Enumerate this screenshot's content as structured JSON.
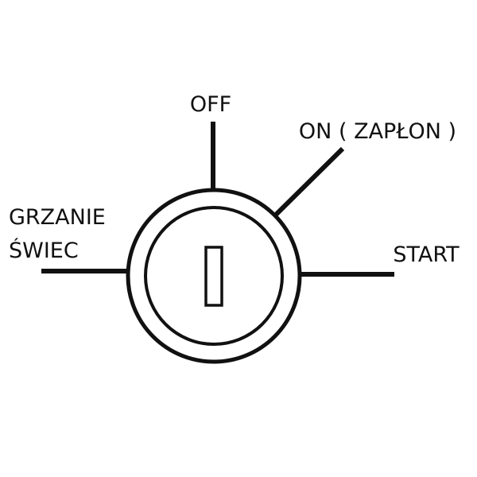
{
  "diagram": {
    "positions": {
      "off": {
        "label": "OFF"
      },
      "ignition": {
        "label": "ON ( ZAPŁON )"
      },
      "start": {
        "label": "START"
      },
      "glow": {
        "line1": "GRZANIE",
        "line2": "ŚWIEC"
      }
    },
    "colors": {
      "line": "#111111",
      "background": "#ffffff"
    }
  }
}
